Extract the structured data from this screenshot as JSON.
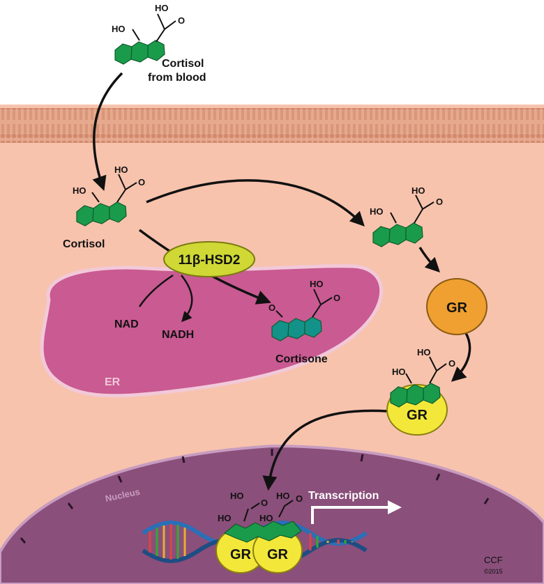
{
  "labels": {
    "cortisol_blood_line1": "Cortisol",
    "cortisol_blood_line2": "from blood",
    "cortisol": "Cortisol",
    "enzyme": "11β-HSD2",
    "nad": "NAD",
    "nadh": "NADH",
    "cortisone": "Cortisone",
    "er": "ER",
    "gr_free": "GR",
    "gr_bound": "GR",
    "gr_dna_1": "GR",
    "gr_dna_2": "GR",
    "nucleus": "Nucleus",
    "transcription": "Transcription",
    "credit": "CCF",
    "copyright": "©2015"
  },
  "chem_groups": {
    "ho": "HO",
    "o": "O"
  },
  "colors": {
    "background": "#ffffff",
    "cytoplasm": "#f7c3ad",
    "membrane": "#d9967a",
    "membrane_stripe": "#f3d3c1",
    "er_fill": "#c95a92",
    "er_border": "#f2c9d9",
    "nucleus_fill": "#8a4f7a",
    "nucleus_border": "#c89cc0",
    "cortisol_ring": "#1a9b4b",
    "cortisone_ring": "#13928a",
    "enzyme": "#cfd834",
    "gr_orange": "#f0a030",
    "gr_yellow": "#f3e83a",
    "arrow": "#111111"
  },
  "icons": {
    "molecule_cortisol_blood": "steroid-molecule-icon",
    "molecule_cortisol_cell": "steroid-molecule-icon",
    "molecule_cortisol_free": "steroid-molecule-icon",
    "molecule_cortisone": "steroid-molecule-icon",
    "dna": "dna-helix-icon"
  }
}
